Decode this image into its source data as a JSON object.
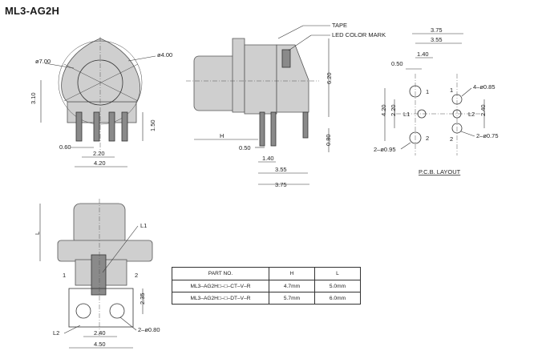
{
  "title": "ML3-AG2H",
  "front_view": {
    "dia_outer": "ø7.00",
    "dia_inner": "ø4.00",
    "height": "3.10",
    "lead_len": "1.50",
    "lead_w": "0.60",
    "pitch": "2.20",
    "width": "4.20"
  },
  "side_view": {
    "tape": "TAPE",
    "led_mark": "LED COLOR MARK",
    "total_h": "6.20",
    "H": "H",
    "offset": "0.50",
    "lead_h": "0.80",
    "d1": "1.40",
    "d2": "3.55",
    "d3": "3.75"
  },
  "pcb": {
    "caption": "P.C.B. LAYOUT",
    "top": "3.75",
    "top2": "3.55",
    "d140": "1.40",
    "d050": "0.50",
    "hole_small": "4–ø0.85",
    "v420": "4.20",
    "v220": "2.20",
    "v240": "2.40",
    "L1": "L1",
    "L2": "L2",
    "n1": "1",
    "n2": "2",
    "n3": "1",
    "n4": "2",
    "hole075": "2–ø0.75",
    "hole095": "2–ø0.95"
  },
  "bottom_view": {
    "L": "L",
    "L1": "L1",
    "L2": "L2",
    "n1": "1",
    "n2": "2",
    "d235": "2.35",
    "d240": "2.40",
    "d450": "4.50",
    "hole080": "2–ø0.80"
  },
  "table": {
    "headers": [
      "PART NO.",
      "H",
      "L"
    ],
    "rows": [
      [
        "ML3–AG2H□–□–CT–V–R",
        "4.7mm",
        "5.0mm"
      ],
      [
        "ML3–AG2H□–□–DT–V–R",
        "5.7mm",
        "6.0mm"
      ]
    ]
  }
}
